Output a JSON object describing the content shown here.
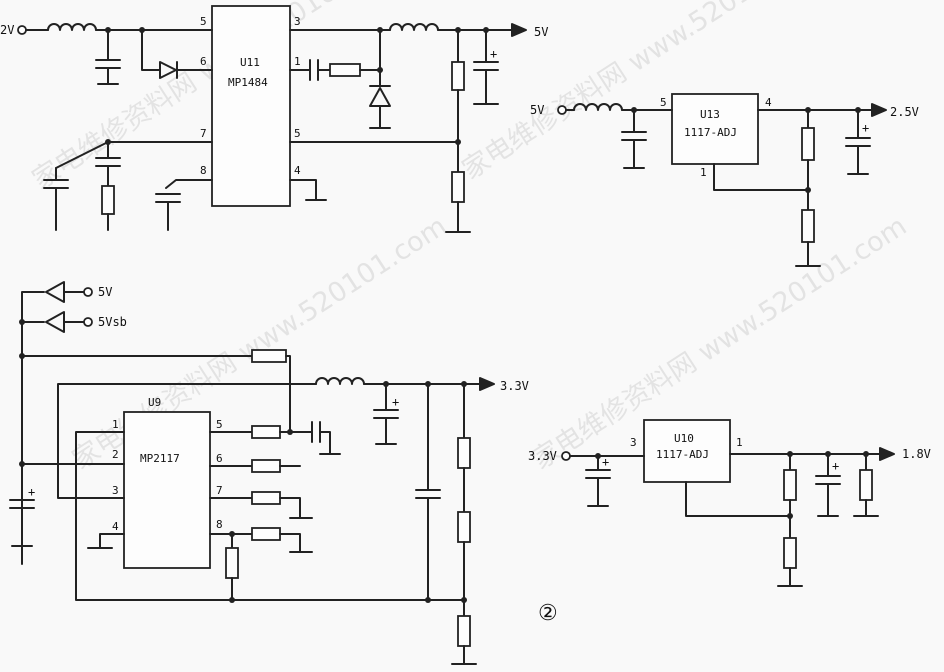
{
  "watermark": "家电维修资料网 www.520101.com",
  "figure_number": "②",
  "rails": {
    "in_12v": "2V",
    "out_5v": "5V",
    "in_5v": "5V",
    "out_2v5": "2.5V",
    "sw_5v": "5V",
    "sw_5vsb": "5Vsb",
    "out_3v3": "3.3V",
    "in_3v3": "3.3V",
    "out_1v8": "1.8V"
  },
  "chips": {
    "u11": {
      "ref": "U11",
      "part": "MP1484",
      "pins": {
        "p5": "5",
        "p6": "6",
        "p7": "7",
        "p8": "8",
        "p3": "3",
        "p1": "1",
        "p5r": "5",
        "p4": "4"
      }
    },
    "u13": {
      "ref": "U13",
      "part": "1117-ADJ",
      "pins": {
        "p5": "5",
        "p4": "4",
        "p1": "1"
      }
    },
    "u9": {
      "ref": "U9",
      "part": "MP2117",
      "pins": {
        "p1": "1",
        "p2": "2",
        "p3": "3",
        "p4": "4",
        "p5": "5",
        "p6": "6",
        "p7": "7",
        "p8": "8"
      }
    },
    "u10": {
      "ref": "U10",
      "part": "1117-ADJ",
      "pins": {
        "p3": "3",
        "p1": "1"
      }
    }
  },
  "polarity_mark": "+"
}
